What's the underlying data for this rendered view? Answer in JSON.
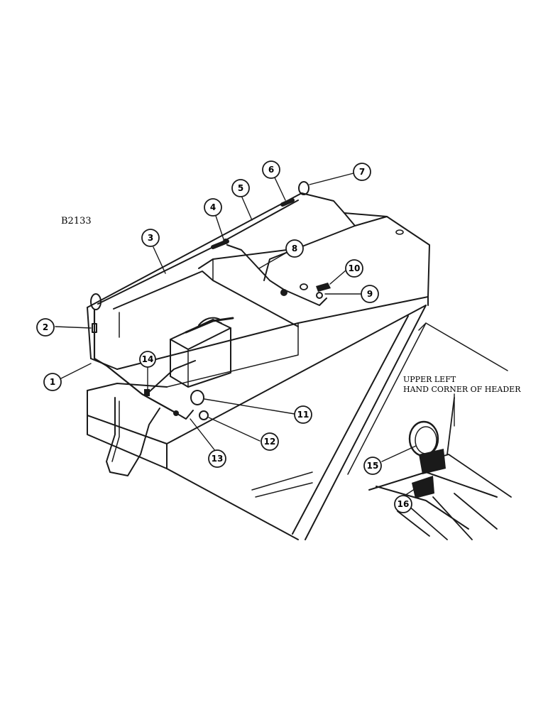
{
  "figure_code": "B2133",
  "inset_caption": {
    "line1": "UPPER LEFT",
    "line2": "HAND CORNER OF HEADER"
  },
  "callouts": [
    {
      "id": "1",
      "label": "1"
    },
    {
      "id": "2",
      "label": "2"
    },
    {
      "id": "3",
      "label": "3"
    },
    {
      "id": "4",
      "label": "4"
    },
    {
      "id": "5",
      "label": "5"
    },
    {
      "id": "6",
      "label": "6"
    },
    {
      "id": "7",
      "label": "7"
    },
    {
      "id": "8",
      "label": "8"
    },
    {
      "id": "9",
      "label": "9"
    },
    {
      "id": "10",
      "label": "10"
    },
    {
      "id": "11",
      "label": "11"
    },
    {
      "id": "12",
      "label": "12"
    },
    {
      "id": "13",
      "label": "13"
    },
    {
      "id": "14",
      "label": "14"
    },
    {
      "id": "15",
      "label": "15"
    },
    {
      "id": "16",
      "label": "16"
    }
  ]
}
